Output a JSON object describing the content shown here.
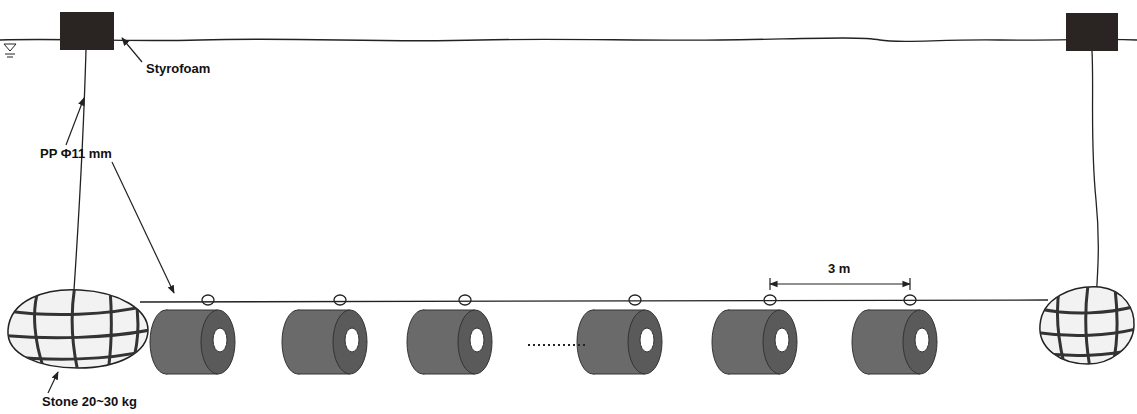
{
  "diagram": {
    "labels": [
      "Styrofoam",
      "PP Φ11 mm",
      "3 m",
      "Stone 20~30 kg"
    ]
  }
}
